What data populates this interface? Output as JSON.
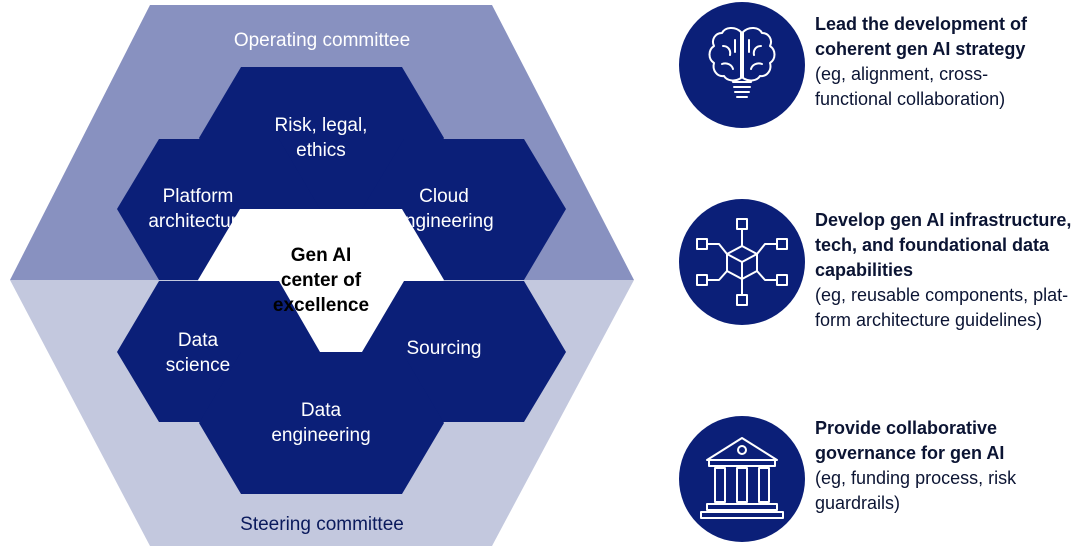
{
  "committees": {
    "top": "Operating committee",
    "bottom": "Steering committee"
  },
  "center": {
    "line1": "Gen AI",
    "line2": "center of",
    "line3": "excellence"
  },
  "hexes": {
    "risk": [
      "Risk, legal,",
      "ethics"
    ],
    "platform": [
      "Platform",
      "architecture"
    ],
    "cloud": [
      "Cloud",
      "engineering"
    ],
    "data_science": [
      "Data",
      "science"
    ],
    "sourcing": [
      "Sourcing"
    ],
    "data_engineering": [
      "Data",
      "engineering"
    ]
  },
  "functions": [
    {
      "icon": "brain-lightbulb-icon",
      "title_lines": [
        "Lead the development of",
        "coherent gen AI strategy"
      ],
      "detail_lines": [
        "(eg, alignment, cross-",
        "functional collaboration)"
      ]
    },
    {
      "icon": "network-cube-icon",
      "title_lines": [
        "Develop gen AI infrastructure,",
        "tech, and foundational data",
        "capabilities"
      ],
      "detail_lines": [
        "(eg, reusable components, plat-",
        "form architecture guidelines)"
      ]
    },
    {
      "icon": "government-building-icon",
      "title_lines": [
        "Provide collaborative",
        "governance for gen AI"
      ],
      "detail_lines": [
        "(eg, funding process, risk",
        "guardrails)"
      ]
    }
  ],
  "colors": {
    "top_band": "#8891c0",
    "bottom_band": "#c3c8de",
    "hex_fill": "#0b1f78",
    "icon_fill": "#0b1f78"
  }
}
